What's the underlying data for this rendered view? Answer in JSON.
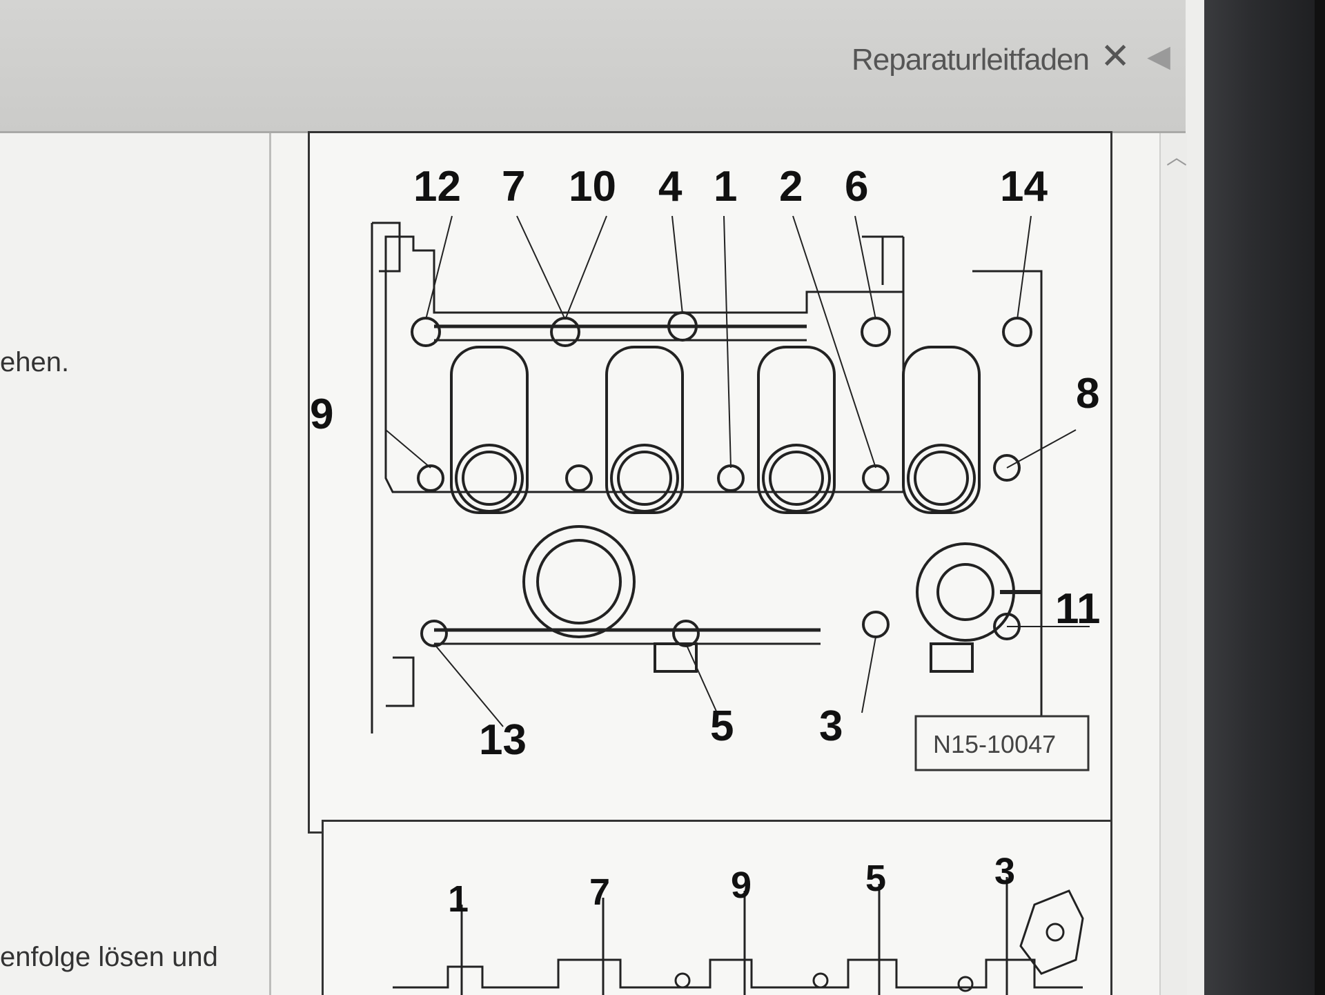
{
  "window": {
    "title": "Reparaturleitfaden",
    "close_icon": "close-icon",
    "collapse_icon": "collapse-arrow-icon"
  },
  "left_pane": {
    "line1": "ehen.",
    "line2": "enfolge lösen und"
  },
  "figure1": {
    "label": "N15-10047",
    "callouts": [
      "12",
      "7",
      "10",
      "4",
      "1",
      "2",
      "6",
      "14",
      "9",
      "8",
      "11",
      "13",
      "5",
      "3"
    ]
  },
  "figure2": {
    "callouts": [
      "1",
      "7",
      "9",
      "5",
      "3"
    ]
  },
  "colors": {
    "screen": "#eeeeec",
    "topbar": "#cfcfcd",
    "line": "#222222",
    "bezel": "#2b2c2f"
  }
}
